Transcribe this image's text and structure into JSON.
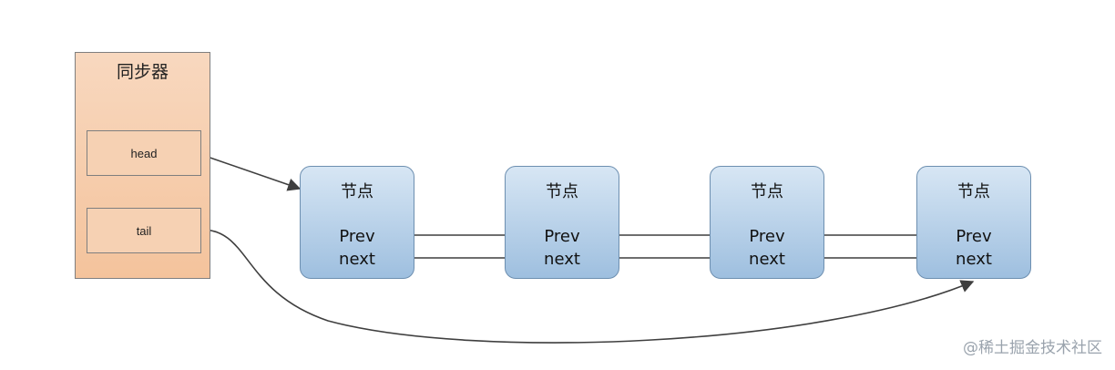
{
  "synchronizer": {
    "title": "同步器",
    "head_label": "head",
    "tail_label": "tail"
  },
  "nodes": [
    {
      "title": "节点",
      "prev": "Prev",
      "next": "next"
    },
    {
      "title": "节点",
      "prev": "Prev",
      "next": "next"
    },
    {
      "title": "节点",
      "prev": "Prev",
      "next": "next"
    },
    {
      "title": "节点",
      "prev": "Prev",
      "next": "next"
    }
  ],
  "watermark": "@稀土掘金技术社区",
  "colors": {
    "synchronizer_fill": "#f4c39c",
    "node_fill": "#9ebfdf",
    "arrow": "#3f3f3f"
  }
}
